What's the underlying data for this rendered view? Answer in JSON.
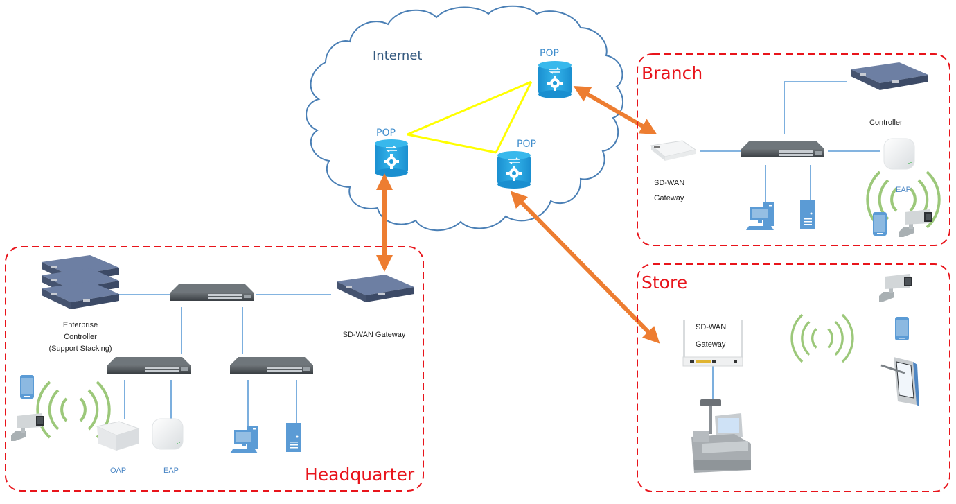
{
  "title": "SD-WAN network topology",
  "colors": {
    "zone_border": "#e8141b",
    "zone_title": "#e8141b",
    "cloud_outline": "#4a7fb5",
    "pop_link": "#ffff00",
    "wan_arrow": "#ed7d31",
    "lan_link": "#5b9bd5",
    "wifi": "#9cc87a",
    "device_blue": "#5b9bd5"
  },
  "internet": {
    "label": "Internet",
    "pops": [
      {
        "id": "pop-1",
        "label": "POP"
      },
      {
        "id": "pop-2",
        "label": "POP"
      },
      {
        "id": "pop-3",
        "label": "POP"
      }
    ]
  },
  "zones": {
    "branch": {
      "title": "Branch",
      "devices": {
        "gateway_line1": "SD-WAN",
        "gateway_line2": "Gateway",
        "controller": "Controller",
        "eap": "EAP"
      }
    },
    "store": {
      "title": "Store",
      "devices": {
        "gateway_line1": "SD-WAN",
        "gateway_line2": "Gateway"
      }
    },
    "headquarter": {
      "title": "Headquarter",
      "devices": {
        "controller_line1": "Enterprise",
        "controller_line2": "Controller",
        "controller_line3": "(Support Stacking)",
        "gateway": "SD-WAN Gateway",
        "oap": "OAP",
        "eap": "EAP"
      }
    }
  }
}
